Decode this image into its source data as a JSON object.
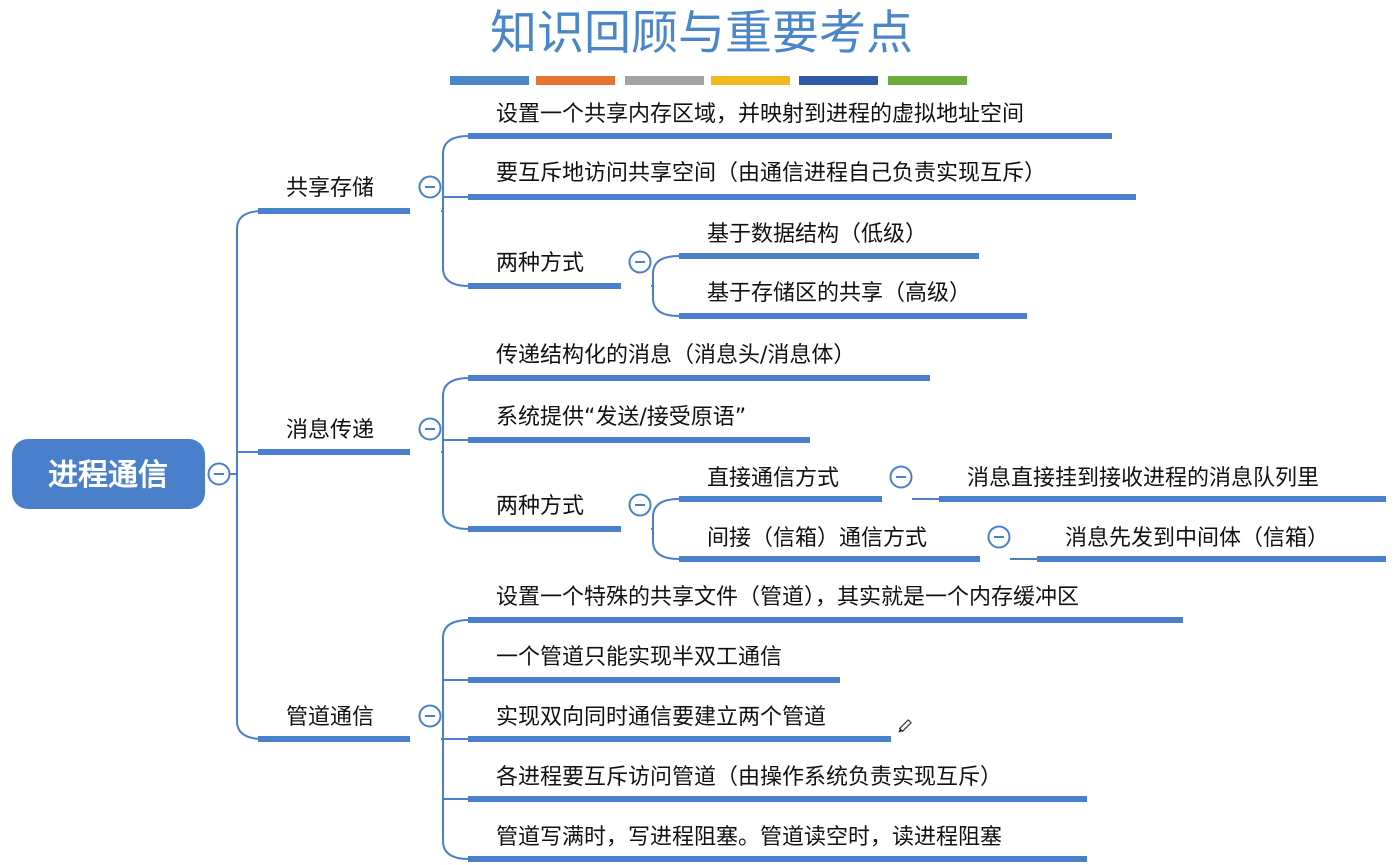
{
  "title": "知识回顾与重要考点",
  "colors": {
    "strip": [
      "#4a86c8",
      "#e47431",
      "#a3a3a3",
      "#f3b81e",
      "#2f5aa6",
      "#6faa3f"
    ],
    "line": "#4a7fcc",
    "root_fill": "#4a7fcc"
  },
  "root": {
    "label": "进程通信"
  },
  "branches": [
    {
      "label": "共享存储",
      "children": [
        {
          "label": "设置一个共享内存区域，并映射到进程的虚拟地址空间"
        },
        {
          "label": "要互斥地访问共享空间（由通信进程自己负责实现互斥）"
        },
        {
          "label": "两种方式",
          "children": [
            {
              "label": "基于数据结构（低级）"
            },
            {
              "label": "基于存储区的共享（高级）"
            }
          ]
        }
      ]
    },
    {
      "label": "消息传递",
      "children": [
        {
          "label": "传递结构化的消息（消息头/消息体）"
        },
        {
          "label": "系统提供“发送/接受原语”"
        },
        {
          "label": "两种方式",
          "children": [
            {
              "label": "直接通信方式",
              "children": [
                {
                  "label": "消息直接挂到接收进程的消息队列里"
                }
              ]
            },
            {
              "label": "间接（信箱）通信方式",
              "children": [
                {
                  "label": "消息先发到中间体（信箱）"
                }
              ]
            }
          ]
        }
      ]
    },
    {
      "label": "管道通信",
      "children": [
        {
          "label": "设置一个特殊的共享文件（管道），其实就是一个内存缓冲区"
        },
        {
          "label": "一个管道只能实现半双工通信"
        },
        {
          "label": "实现双向同时通信要建立两个管道"
        },
        {
          "label": "各进程要互斥访问管道（由操作系统负责实现互斥）"
        },
        {
          "label": "管道写满时，写进程阻塞。管道读空时，读进程阻塞"
        }
      ]
    }
  ]
}
